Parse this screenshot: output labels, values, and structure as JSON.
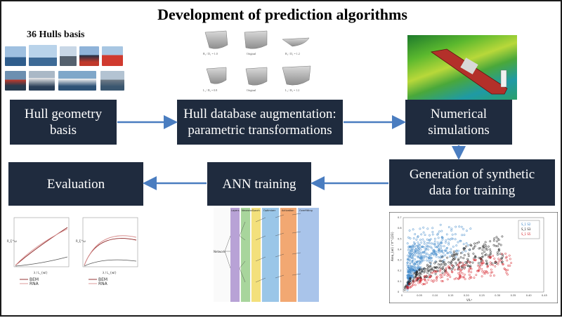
{
  "title": "Development of prediction algorithms",
  "hulls_basis_label": "36 Hulls basis",
  "boxes": {
    "hull_geometry": [
      "Hull geometry",
      "basis"
    ],
    "augmentation": [
      "Hull database augmentation:",
      "parametric transformations"
    ],
    "numerical": [
      "Numerical",
      "simulations"
    ],
    "synthetic": [
      "Generation of synthetic",
      "data for training"
    ],
    "ann": "ANN training",
    "evaluation": "Evaluation"
  },
  "hull_variants": {
    "row1": [
      "B₁ / D₁ = 1.0",
      "Original",
      "B₁ / D₁ = 1.2"
    ],
    "row2": [
      "L₁ / B₁ = 0.8",
      "Original",
      "L₁ / B₁ = 1.2"
    ]
  },
  "ann_table": {
    "headers": [
      "Layers",
      "Neurons",
      "Epoch",
      "Optimizer",
      "Activation",
      "Overfitting"
    ],
    "network_label": "Network",
    "column_colors": [
      "#b8a2d6",
      "#a8d59c",
      "#f3e07c",
      "#9ac6e8",
      "#f2a872",
      "#a9c4ea"
    ]
  },
  "scatter": {
    "ylabel": "Area_{wl} / ∇^{2/3}",
    "xlabel": "V/L³",
    "legend": [
      "S_1 S2",
      "S_1 S3",
      "S_1 S5"
    ],
    "x_ticks": [
      "0",
      "0.05",
      "0.10",
      "0.15",
      "0.20",
      "0.25",
      "0.30",
      "0.35",
      "0.40",
      "0.45"
    ],
    "y_ticks": [
      "0",
      "0.1",
      "0.2",
      "0.3",
      "0.4",
      "0.5",
      "0.6",
      "0.7"
    ]
  },
  "eval_plots": {
    "legend": [
      "BEM",
      "RNA"
    ],
    "xlabel": "λ / L_{wl}",
    "ylabel": "R_ξ^ω"
  },
  "colors": {
    "box_bg": "#1f2b3e",
    "arrow": "#4a7dc0",
    "scatter_blue": "#3b86c9",
    "scatter_black": "#111111",
    "scatter_red": "#d6222a"
  }
}
